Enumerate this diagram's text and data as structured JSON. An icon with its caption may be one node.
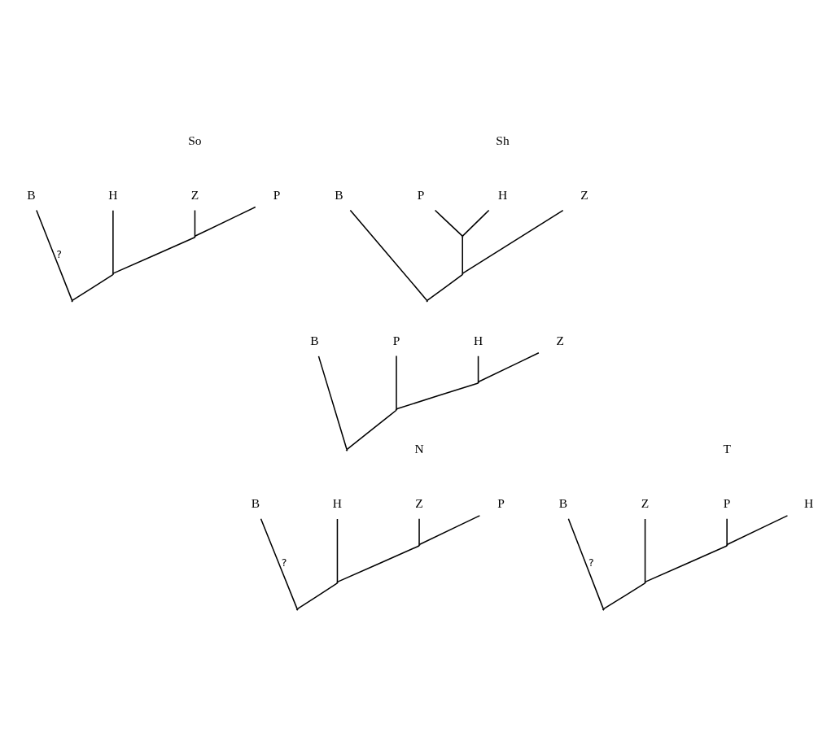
{
  "diagram": {
    "nodes": [
      {
        "text": [
          "B"
        ]
      },
      {
        "text": [
          "H"
        ]
      },
      {
        "text": [
          "Z"
        ]
      },
      {
        "text": [
          "P"
        ]
      },
      {
        "text": [],
        "shape": "point"
      },
      {
        "text": [],
        "shape": "point"
      },
      {
        "text": [],
        "shape": "point"
      },
      {
        "text": [
          "B"
        ]
      },
      {
        "text": [
          "P"
        ]
      },
      {
        "text": [
          "H"
        ]
      },
      {
        "text": [
          "Z"
        ]
      },
      {
        "text": [],
        "shape": "point"
      },
      {
        "text": [],
        "shape": "point"
      },
      {
        "text": [],
        "shape": "point"
      },
      {
        "text": [
          "B"
        ]
      },
      {
        "text": [
          "P"
        ]
      },
      {
        "text": [
          "H"
        ]
      },
      {
        "text": [
          "Z"
        ]
      },
      {
        "text": [],
        "shape": "point"
      },
      {
        "text": [],
        "shape": "point"
      },
      {
        "text": [],
        "shape": "point"
      },
      {
        "text": [
          "B"
        ]
      },
      {
        "text": [
          "H"
        ]
      },
      {
        "text": [
          "Z"
        ]
      },
      {
        "text": [
          "P"
        ]
      },
      {
        "text": [],
        "shape": "point"
      },
      {
        "text": [],
        "shape": "point"
      },
      {
        "text": [],
        "shape": "point"
      },
      {
        "text": [
          "B"
        ]
      },
      {
        "text": [
          "Z"
        ]
      },
      {
        "text": [
          "P"
        ]
      },
      {
        "text": [
          "H"
        ]
      },
      {
        "text": [],
        "shape": "point"
      },
      {
        "text": [],
        "shape": "point"
      },
      {
        "text": [],
        "shape": "point"
      }
    ],
    "edges": [
      {
        "from": 4,
        "to": 0,
        "arrow": "none",
        "label": "?"
      },
      {
        "from": 4,
        "to": 5,
        "arrow": "none"
      },
      {
        "from": 5,
        "to": 1,
        "arrow": "none"
      },
      {
        "from": 5,
        "to": 6,
        "arrow": "none"
      },
      {
        "from": 6,
        "to": 2,
        "arrow": "none"
      },
      {
        "from": 6,
        "to": 3,
        "arrow": "none"
      },
      {
        "from": 11,
        "to": 7,
        "arrow": "none"
      },
      {
        "from": 11,
        "to": 12,
        "arrow": "none"
      },
      {
        "from": 12,
        "to": 13,
        "arrow": "none"
      },
      {
        "from": 13,
        "to": 8,
        "arrow": "none"
      },
      {
        "from": 13,
        "to": 9,
        "arrow": "none"
      },
      {
        "from": 12,
        "to": 10,
        "arrow": "none"
      },
      {
        "from": 18,
        "to": 14,
        "arrow": "none"
      },
      {
        "from": 18,
        "to": 19,
        "arrow": "none"
      },
      {
        "from": 19,
        "to": 15,
        "arrow": "none"
      },
      {
        "from": 19,
        "to": 20,
        "arrow": "none"
      },
      {
        "from": 20,
        "to": 16,
        "arrow": "none"
      },
      {
        "from": 20,
        "to": 17,
        "arrow": "none"
      },
      {
        "from": 25,
        "to": 21,
        "arrow": "none",
        "label": "?"
      },
      {
        "from": 25,
        "to": 26,
        "arrow": "none"
      },
      {
        "from": 26,
        "to": 22,
        "arrow": "none"
      },
      {
        "from": 26,
        "to": 27,
        "arrow": "none"
      },
      {
        "from": 27,
        "to": 23,
        "arrow": "none"
      },
      {
        "from": 27,
        "to": 24,
        "arrow": "none"
      },
      {
        "from": 32,
        "to": 28,
        "arrow": "none",
        "label": "?"
      },
      {
        "from": 32,
        "to": 33,
        "arrow": "none"
      },
      {
        "from": 33,
        "to": 29,
        "arrow": "none"
      },
      {
        "from": 33,
        "to": 34,
        "arrow": "none"
      },
      {
        "from": 34,
        "to": 30,
        "arrow": "none"
      },
      {
        "from": 34,
        "to": 31,
        "arrow": "none"
      }
    ],
    "labels": [
      "So",
      "Sh",
      "N",
      "T"
    ]
  }
}
